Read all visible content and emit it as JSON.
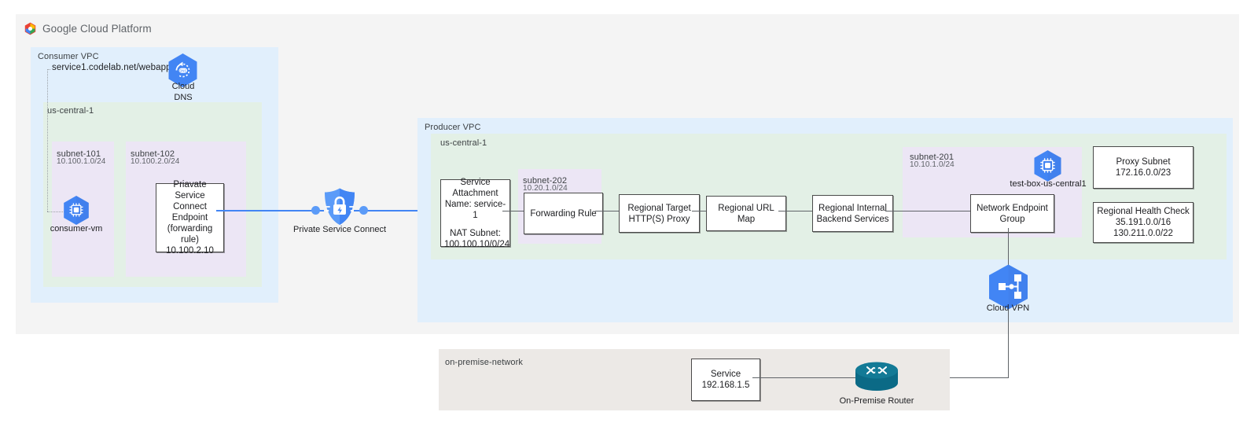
{
  "header": {
    "logo_icon": "google-cloud-logo-icon",
    "wordmark": "Google Cloud Platform"
  },
  "consumer_vpc": {
    "label": "Consumer VPC",
    "region_label": "us-central-1",
    "dns_record": "service1.codelab.net/webapp",
    "cloud_dns": {
      "icon": "cloud-dns-icon",
      "label_line1": "Cloud",
      "label_line2": "DNS"
    },
    "subnets": [
      {
        "name": "subnet-101",
        "cidr": "10.100.1.0/24"
      },
      {
        "name": "subnet-102",
        "cidr": "10.100.2.0/24"
      }
    ],
    "consumer_vm": {
      "icon": "compute-vm-icon",
      "label": "consumer-vm"
    },
    "psc_endpoint": {
      "line1": "Priavate Service",
      "line2": "Connect Endpoint",
      "line3": "(forwarding rule)",
      "line4": "10.100.2.10"
    }
  },
  "private_service_connect": {
    "icon": "private-service-connect-shield-icon",
    "label": "Private Service Connect"
  },
  "producer_vpc": {
    "label": "Producer VPC",
    "region_label": "us-central-1",
    "service_attachment": {
      "line1": "Service",
      "line2": "Attachment",
      "line3": "Name: service-1",
      "line4": "NAT Subnet:",
      "line5": "100.100.10/0/24"
    },
    "subnet_202": {
      "name": "subnet-202",
      "cidr": "10.20.1.0/24"
    },
    "forwarding_rule": {
      "label": "Forwarding Rule"
    },
    "target_proxy": {
      "line1": "Regional Target",
      "line2": "HTTP(S) Proxy"
    },
    "url_map": {
      "label": "Regional URL Map"
    },
    "backend_services": {
      "line1": "Regional Internal",
      "line2": "Backend Services"
    },
    "subnet_201": {
      "name": "subnet-201",
      "cidr": "10.10.1.0/24"
    },
    "test_box": {
      "icon": "compute-vm-icon",
      "label": "test-box-us-central1"
    },
    "network_endpoint_group": {
      "line1": "Network Endpoint",
      "line2": "Group"
    },
    "proxy_subnet": {
      "line1": "Proxy Subnet",
      "line2": "172.16.0.0/23"
    },
    "health_check": {
      "line1": "Regional Health Check",
      "line2": "35.191.0.0/16",
      "line3": "130.211.0.0/22"
    }
  },
  "cloud_vpn": {
    "icon": "cloud-vpn-icon",
    "label": "Cloud VPN"
  },
  "on_premise": {
    "label": "on-premise-network",
    "service": {
      "line1": "Service",
      "line2": "192.168.1.5"
    },
    "router": {
      "icon": "on-premise-router-icon",
      "label": "On-Premise Router"
    }
  },
  "colors": {
    "page_panel": "#f4f4f4",
    "vpc_blue": "#e1effc",
    "region_green": "#e3f0e6",
    "subnet_purple": "#ece6f5",
    "onprem_gray": "#ece9e6",
    "accent_blue": "#4285f4",
    "line_gray": "#5f6368",
    "router_teal": "#0b6a86"
  }
}
